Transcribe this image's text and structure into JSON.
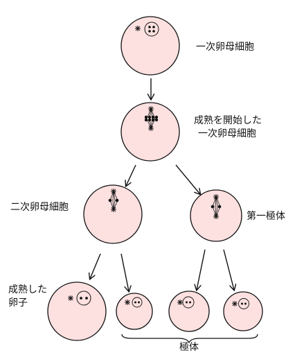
{
  "labels": {
    "primary_oocyte": "一次卵母細胞",
    "maturing_oocyte_line1": "成熟を開始した",
    "maturing_oocyte_line2": "一次卵母細胞",
    "secondary_oocyte": "二次卵母細胞",
    "first_polar_body": "第一極体",
    "mature_egg_line1": "成熟した",
    "mature_egg_line2": "卵子",
    "polar_bodies": "極体"
  },
  "colors": {
    "cell_fill": "#fde0e0",
    "cell_stroke": "#111111",
    "nucleus_fill": "#fde0e0",
    "chromosome": "#111111",
    "arrow": "#111111"
  }
}
